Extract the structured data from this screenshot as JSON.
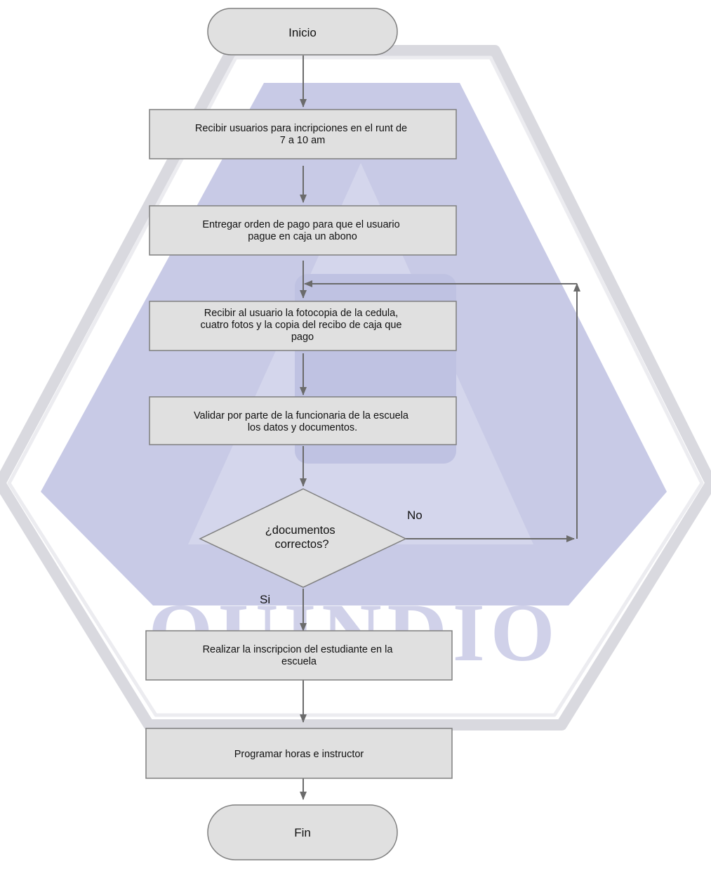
{
  "diagram": {
    "type": "flowchart",
    "colors": {
      "node_fill": "#e0e0e0",
      "node_stroke": "#7f7f7f",
      "arrow": "#6b6b6b",
      "watermark_fill": "#c8cae6",
      "watermark_line": "#d9d9df"
    },
    "watermark": {
      "text": "QUINDIO"
    },
    "nodes": [
      {
        "id": "inicio",
        "shape": "terminal",
        "text": [
          "Inicio"
        ]
      },
      {
        "id": "recibir-usuarios",
        "shape": "process",
        "text": [
          "Recibir usuarios para incripciones en el runt de",
          "7 a 10 am"
        ]
      },
      {
        "id": "entregar-orden",
        "shape": "process",
        "text": [
          "Entregar  orden de pago para que el usuario",
          "pague en caja un abono"
        ]
      },
      {
        "id": "recibir-documentos",
        "shape": "process",
        "text": [
          "Recibir al usuario  la fotocopia de la cedula,",
          "cuatro fotos y la copia del recibo de caja que",
          "pago"
        ]
      },
      {
        "id": "validar",
        "shape": "process",
        "text": [
          "Validar por parte de la funcionaria de la escuela",
          "los datos y documentos."
        ]
      },
      {
        "id": "decision",
        "shape": "decision",
        "text": [
          "¿documentos",
          "correctos?"
        ]
      },
      {
        "id": "inscripcion",
        "shape": "process",
        "text": [
          "Realizar la inscripcion del estudiante en la",
          "escuela"
        ]
      },
      {
        "id": "programar",
        "shape": "process",
        "text": [
          "Programar horas e instructor"
        ]
      },
      {
        "id": "fin",
        "shape": "terminal",
        "text": [
          "Fin"
        ]
      }
    ],
    "edges": [
      {
        "from": "inicio",
        "to": "recibir-usuarios",
        "label": ""
      },
      {
        "from": "recibir-usuarios",
        "to": "entregar-orden",
        "label": ""
      },
      {
        "from": "entregar-orden",
        "to": "recibir-documentos",
        "label": ""
      },
      {
        "from": "recibir-documentos",
        "to": "validar",
        "label": ""
      },
      {
        "from": "validar",
        "to": "decision",
        "label": ""
      },
      {
        "from": "decision",
        "to": "recibir-documentos",
        "label": "No"
      },
      {
        "from": "decision",
        "to": "inscripcion",
        "label": "Si"
      },
      {
        "from": "inscripcion",
        "to": "programar",
        "label": ""
      },
      {
        "from": "programar",
        "to": "fin",
        "label": ""
      }
    ]
  }
}
